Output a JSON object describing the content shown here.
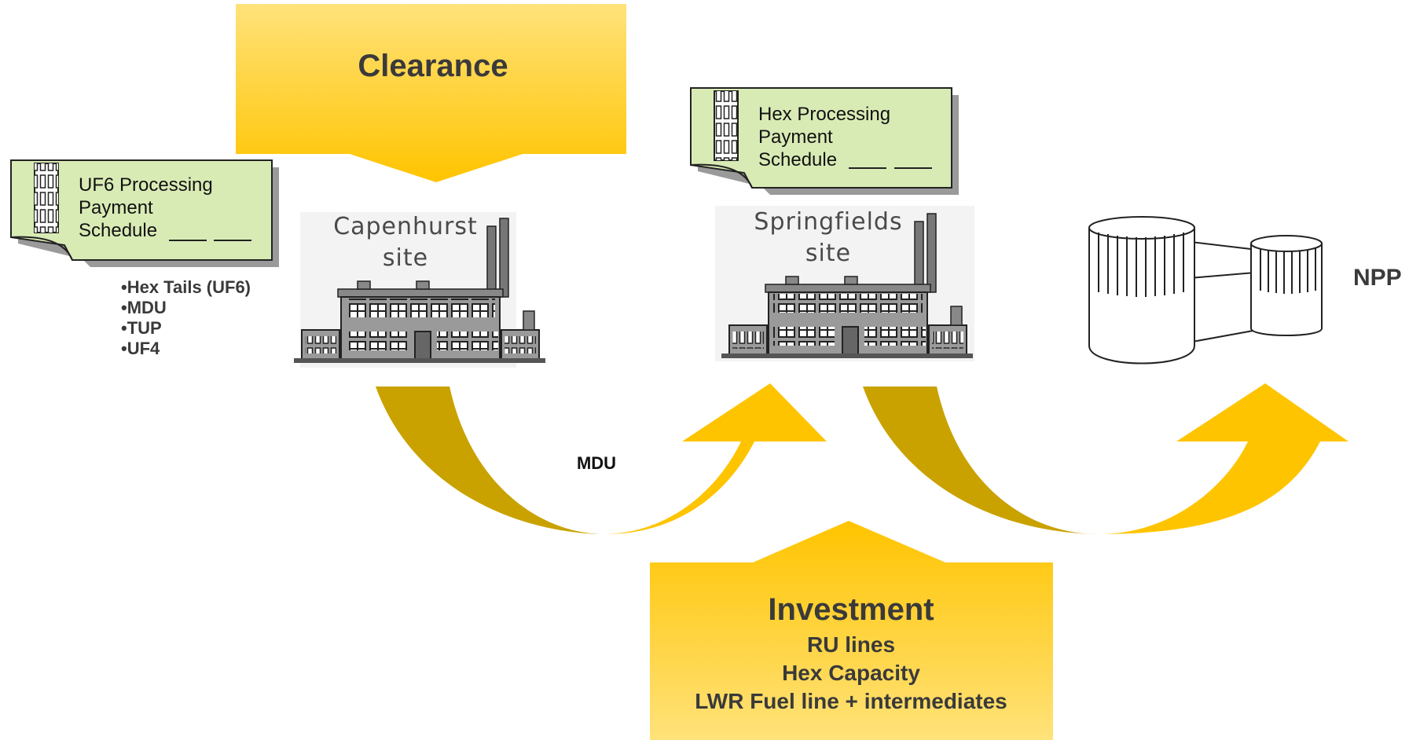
{
  "clearance_label": "Clearance",
  "slip_left": {
    "line1": "UF6 Processing",
    "line2": "Payment",
    "line3": "Schedule"
  },
  "slip_right": {
    "line1": "Hex Processing",
    "line2": "Payment",
    "line3": "Schedule"
  },
  "capenhurst": {
    "line1": "Capenhurst",
    "line2": "site"
  },
  "springfields": {
    "line1": "Springfields",
    "line2": "site"
  },
  "materials": [
    "•Hex Tails (UF6)",
    "•MDU",
    "•TUP",
    "•UF4"
  ],
  "mdu_label": "MDU",
  "npp_label": "NPP",
  "investment": {
    "title": "Investment",
    "items": [
      "RU lines",
      "Hex Capacity",
      "LWR Fuel line + intermediates"
    ]
  },
  "colors": {
    "arrow_light": "#FFC400",
    "arrow_dark": "#C9A200",
    "slip_fill": "#D9EBB5",
    "text_dark": "#3a3a3a"
  }
}
